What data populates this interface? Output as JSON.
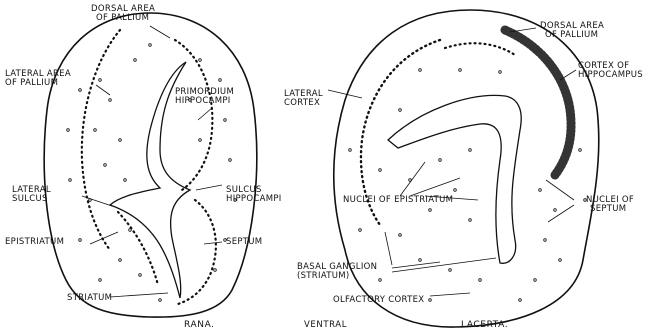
{
  "rana": {
    "caption": "RANA.",
    "labels": {
      "dorsal_area_1": "DORSAL AREA",
      "dorsal_area_2": "OF PALLIUM",
      "lateral_area_1": "LATERAL AREA",
      "lateral_area_2": "OF PALLIUM",
      "primordium_1": "PRIMORDIUM",
      "primordium_2": "HIPPOCAMPI",
      "lateral_sulcus_1": "LATERAL",
      "lateral_sulcus_2": "SULCUS",
      "sulcus_hippocampi_1": "SULCUS",
      "sulcus_hippocampi_2": "HIPPOCAMPI",
      "epistriatum": "EPISTRIATUM",
      "septum": "SEPTUM",
      "striatum": "STRIATUM"
    }
  },
  "ventral": "VENTRAL",
  "lacerta": {
    "caption": "LACERTA.",
    "labels": {
      "dorsal_area_1": "DORSAL AREA",
      "dorsal_area_2": "OF PALLIUM",
      "cortex_hippocampus_1": "CORTEX OF",
      "cortex_hippocampus_2": "HIPPOCAMPUS",
      "lateral_cortex_1": "LATERAL",
      "lateral_cortex_2": "CORTEX",
      "nuclei_epistriatum": "NUCLEI OF EPISTRIATUM",
      "nuclei_septum_1": "NUCLEI OF",
      "nuclei_septum_2": "SEPTUM",
      "basal_ganglion_1": "BASAL GANGLION",
      "basal_ganglion_2": "(STRIATUM)",
      "olfactory_cortex": "OLFACTORY CORTEX"
    }
  },
  "colors": {
    "ink": "#111111",
    "paper": "#ffffff"
  }
}
